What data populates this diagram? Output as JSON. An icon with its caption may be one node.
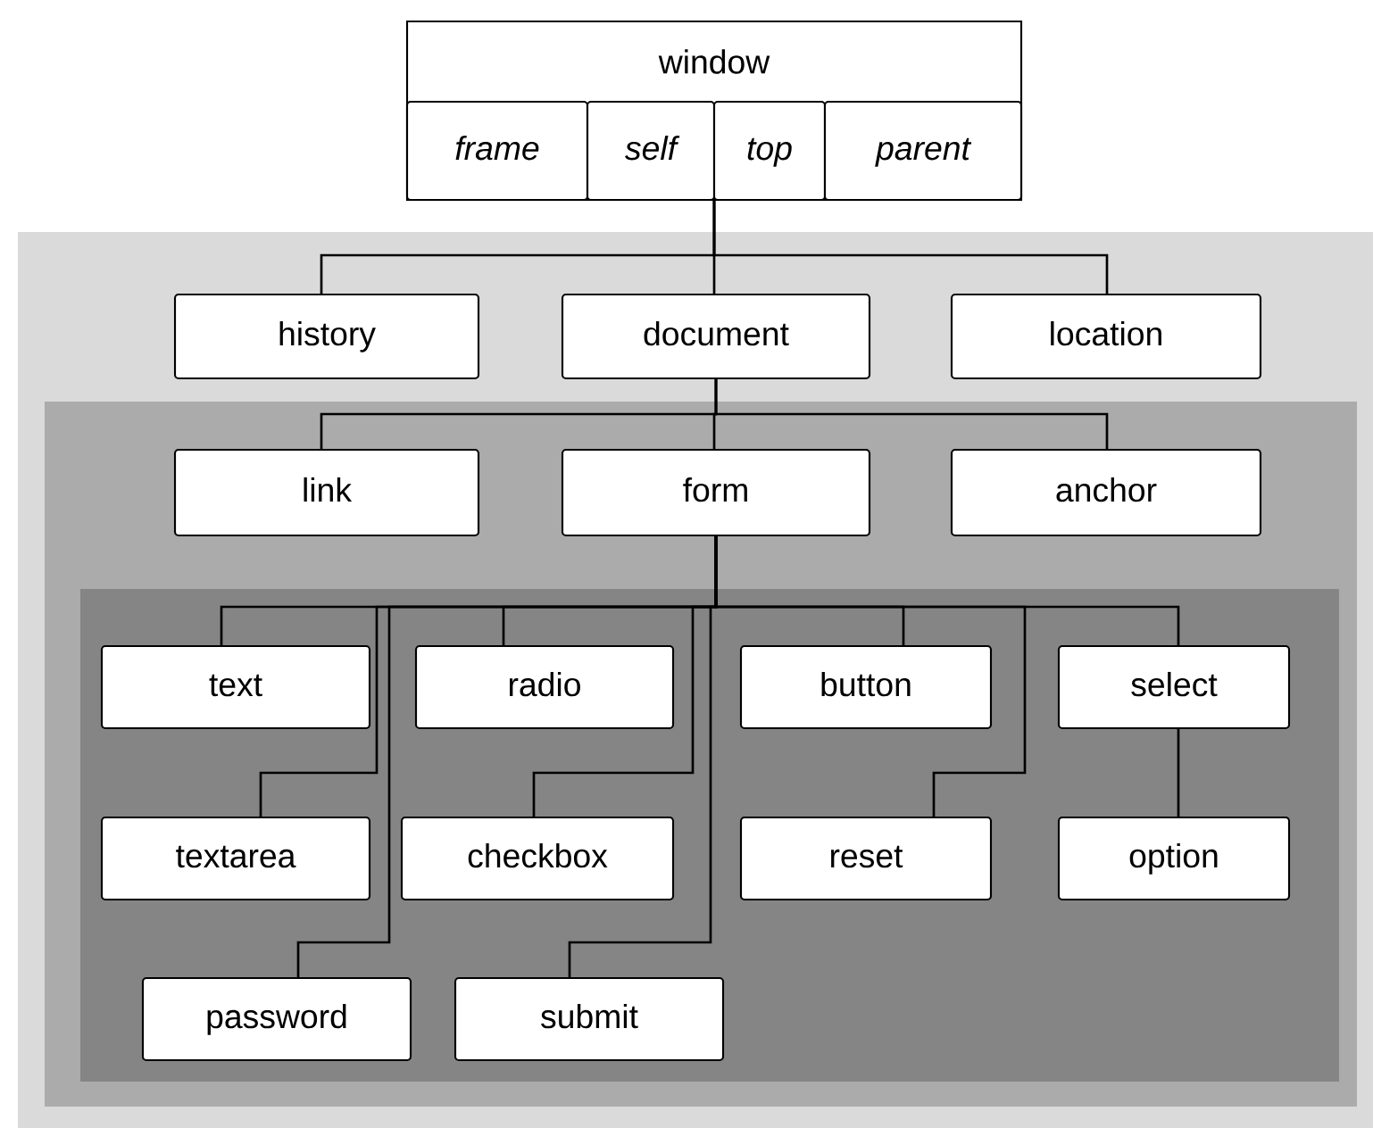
{
  "diagram": {
    "nodes": [
      {
        "text": [
          "window"
        ]
      },
      {
        "text": [
          "frame"
        ],
        "in": 0
      },
      {
        "text": [
          "self"
        ],
        "in": 0
      },
      {
        "text": [
          "top"
        ],
        "in": 0
      },
      {
        "text": [
          "parent"
        ],
        "in": 0
      },
      {
        "text": [
          "history"
        ]
      },
      {
        "text": [
          "document"
        ]
      },
      {
        "text": [
          "location"
        ]
      },
      {
        "text": [
          "link"
        ]
      },
      {
        "text": [
          "form"
        ]
      },
      {
        "text": [
          "anchor"
        ]
      },
      {
        "text": [
          "text"
        ]
      },
      {
        "text": [
          "radio"
        ]
      },
      {
        "text": [
          "button"
        ]
      },
      {
        "text": [
          "select"
        ]
      },
      {
        "text": [
          "textarea"
        ]
      },
      {
        "text": [
          "checkbox"
        ]
      },
      {
        "text": [
          "reset"
        ]
      },
      {
        "text": [
          "option"
        ]
      },
      {
        "text": [
          "password"
        ]
      },
      {
        "text": [
          "submit"
        ]
      }
    ],
    "edges": [
      {
        "from": 0,
        "to": 5,
        "arrow": "none"
      },
      {
        "from": 0,
        "to": 6,
        "arrow": "none"
      },
      {
        "from": 0,
        "to": 7,
        "arrow": "none"
      },
      {
        "from": 6,
        "to": 8,
        "arrow": "none"
      },
      {
        "from": 6,
        "to": 9,
        "arrow": "none"
      },
      {
        "from": 6,
        "to": 10,
        "arrow": "none"
      },
      {
        "from": 9,
        "to": 11,
        "arrow": "none"
      },
      {
        "from": 9,
        "to": 15,
        "arrow": "none"
      },
      {
        "from": 9,
        "to": 19,
        "arrow": "none"
      },
      {
        "from": 9,
        "to": 12,
        "arrow": "none"
      },
      {
        "from": 9,
        "to": 16,
        "arrow": "none"
      },
      {
        "from": 9,
        "to": 20,
        "arrow": "none"
      },
      {
        "from": 9,
        "to": 13,
        "arrow": "none"
      },
      {
        "from": 9,
        "to": 17,
        "arrow": "none"
      },
      {
        "from": 9,
        "to": 14,
        "arrow": "none"
      },
      {
        "from": 14,
        "to": 18,
        "arrow": "none"
      }
    ]
  }
}
